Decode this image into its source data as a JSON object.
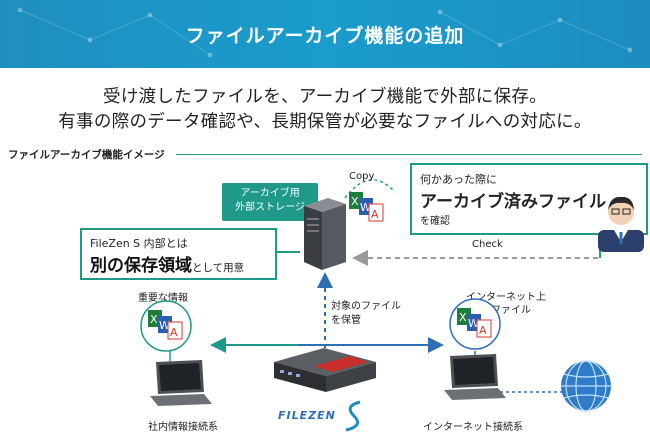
{
  "banner": {
    "title": "ファイルアーカイブ機能の追加"
  },
  "lead": {
    "line1": "受け渡したファイルを、アーカイブ機能で外部に保存。",
    "line2": "有事の際のデータ確認や、長期保管が必要なファイルへの対応に。"
  },
  "section": {
    "title": "ファイルアーカイブ機能イメージ"
  },
  "diagram": {
    "archive_storage_label_1": "アーカイブ用",
    "archive_storage_label_2": "外部ストレージ",
    "copy_label": "Copy",
    "check_label": "Check",
    "internal_box": {
      "line1": "FileZen S 内部とは",
      "emph": "別の保存領域",
      "tail": "として用意"
    },
    "archive_box": {
      "line1": "何かあった際に",
      "emph": "アーカイブ済みファイル",
      "tail": "を確認"
    },
    "important_info_label": "重要な情報",
    "internet_file_label_1": "インターネット上",
    "internet_file_label_2": "のファイル",
    "target_file_label_1": "対象のファイル",
    "target_file_label_2": "を保管",
    "internal_network_label": "社内情報接続系",
    "internet_connection_label": "インターネット接続系",
    "brand_logo_text": "FILEZEN S"
  },
  "colors": {
    "banner": "#1d94c5",
    "accent_teal": "#1f9a8a",
    "arrow_blue": "#2e6fb4",
    "arrow_gray": "#9a9a9a",
    "excel_green": "#1e7d3a",
    "word_blue": "#2b5fb0",
    "pdf_red": "#d33a2c"
  },
  "icons": [
    "server-icon",
    "person-icon",
    "laptop-icon",
    "appliance-icon",
    "globe-icon",
    "excel-icon",
    "word-icon",
    "pdf-icon"
  ]
}
